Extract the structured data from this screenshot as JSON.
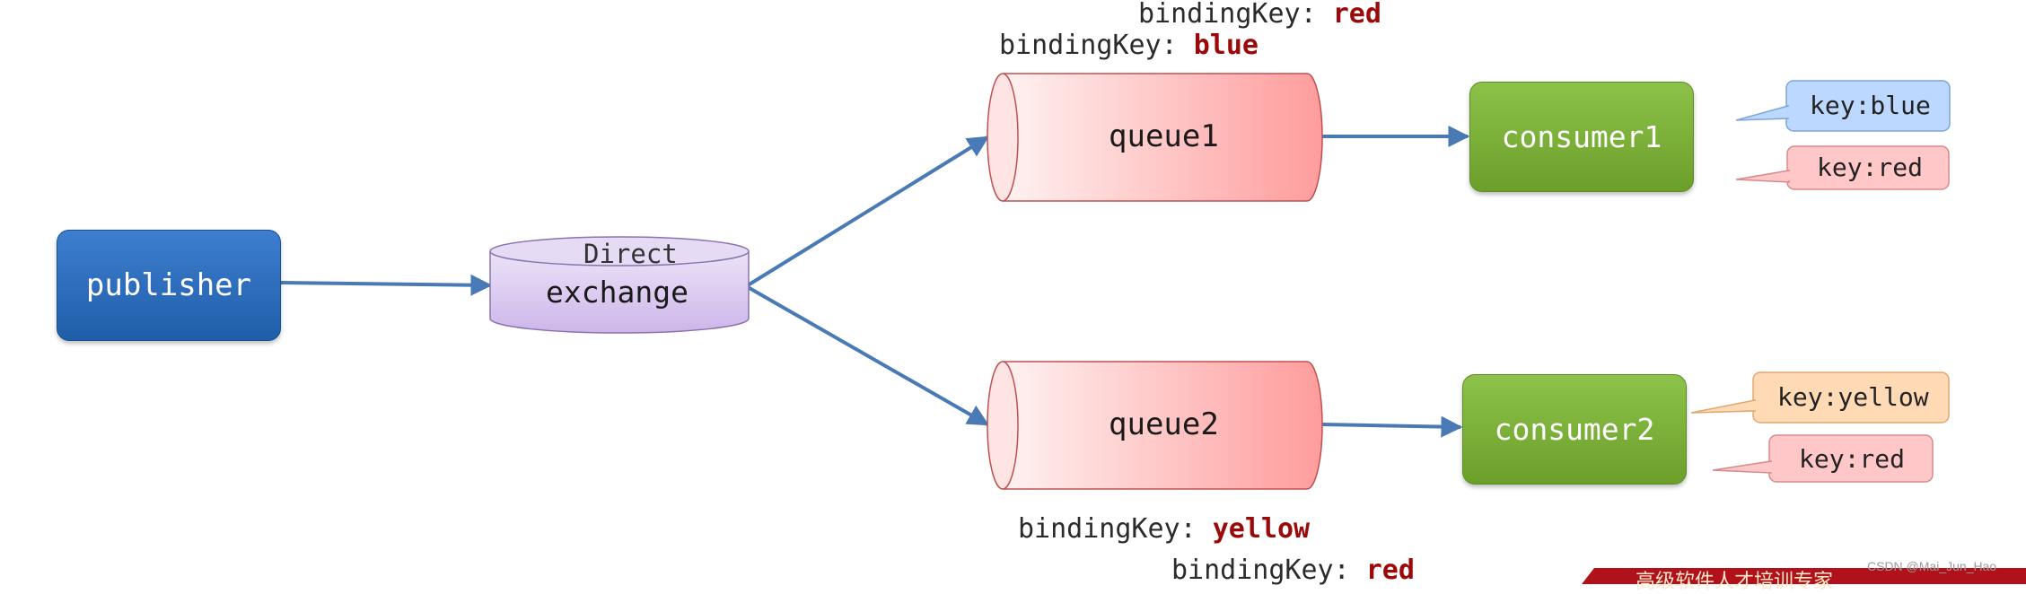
{
  "nodes": {
    "publisher": "publisher",
    "exchange_type": "Direct",
    "exchange": "exchange",
    "queue1": "queue1",
    "queue2": "queue2",
    "consumer1": "consumer1",
    "consumer2": "consumer2"
  },
  "binding_keys": {
    "queue1": [
      {
        "key": "bindingKey: ",
        "value": "red"
      },
      {
        "key": "bindingKey: ",
        "value": "blue"
      }
    ],
    "queue2": [
      {
        "key": "bindingKey: ",
        "value": "yellow"
      },
      {
        "key": "bindingKey: ",
        "value": "red"
      }
    ]
  },
  "callouts": {
    "consumer1": [
      "key:blue",
      "key:red"
    ],
    "consumer2": [
      "key:yellow",
      "key:red"
    ]
  },
  "colors": {
    "publisher": "#2463b0",
    "exchange": "#d9c7ef",
    "queue": "#ff9f9f",
    "consumer": "#7cb13a",
    "arrow": "#4a7ab5",
    "callout_blue": "#b8d6ff",
    "callout_red": "#ffc4c4",
    "callout_yellow": "#ffd9b3"
  },
  "footer": {
    "banner_text": "高级软件人才培训专家",
    "watermark": "CSDN @Mai_Jun_Hao"
  }
}
